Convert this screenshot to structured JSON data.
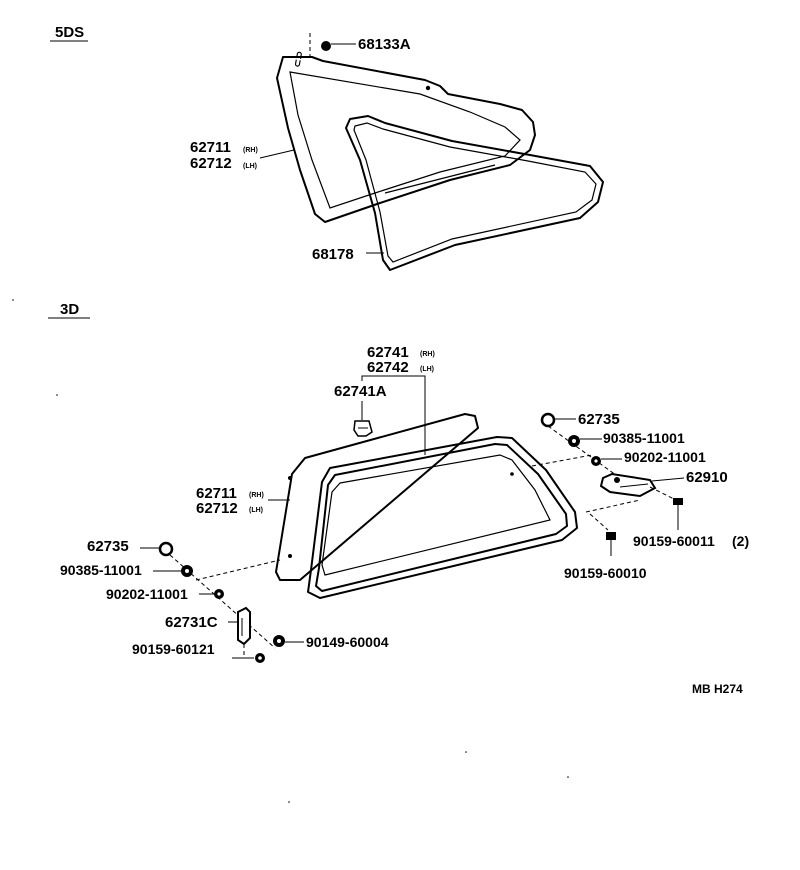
{
  "sections": {
    "top": "5DS",
    "bottom": "3D"
  },
  "labels": {
    "clip_68133a": "68133A",
    "glass_rh_top": "62711",
    "glass_lh_top": "62712",
    "weatherstrip": "68178",
    "molding_rh": "62741",
    "molding_lh": "62742",
    "molding_piece": "62741A",
    "glass_rh_bottom": "62711",
    "glass_lh_bottom": "62712",
    "cover_right": "62735",
    "nut_right": "90385-11001",
    "washer_right": "90202-11001",
    "hinge_62910": "62910",
    "screw_90159_60011": "90159-60011",
    "qty_2": "(2)",
    "screw_90159_60010": "90159-60010",
    "cover_left": "62735",
    "nut_left": "90385-11001",
    "washer_left": "90202-11001",
    "latch_62731c": "62731C",
    "screw_90149_60004": "90149-60004",
    "screw_90159_60121": "90159-60121"
  },
  "side_marks": {
    "rh": "(RH)",
    "lh": "(LH)"
  },
  "reference_code": "MB H274"
}
